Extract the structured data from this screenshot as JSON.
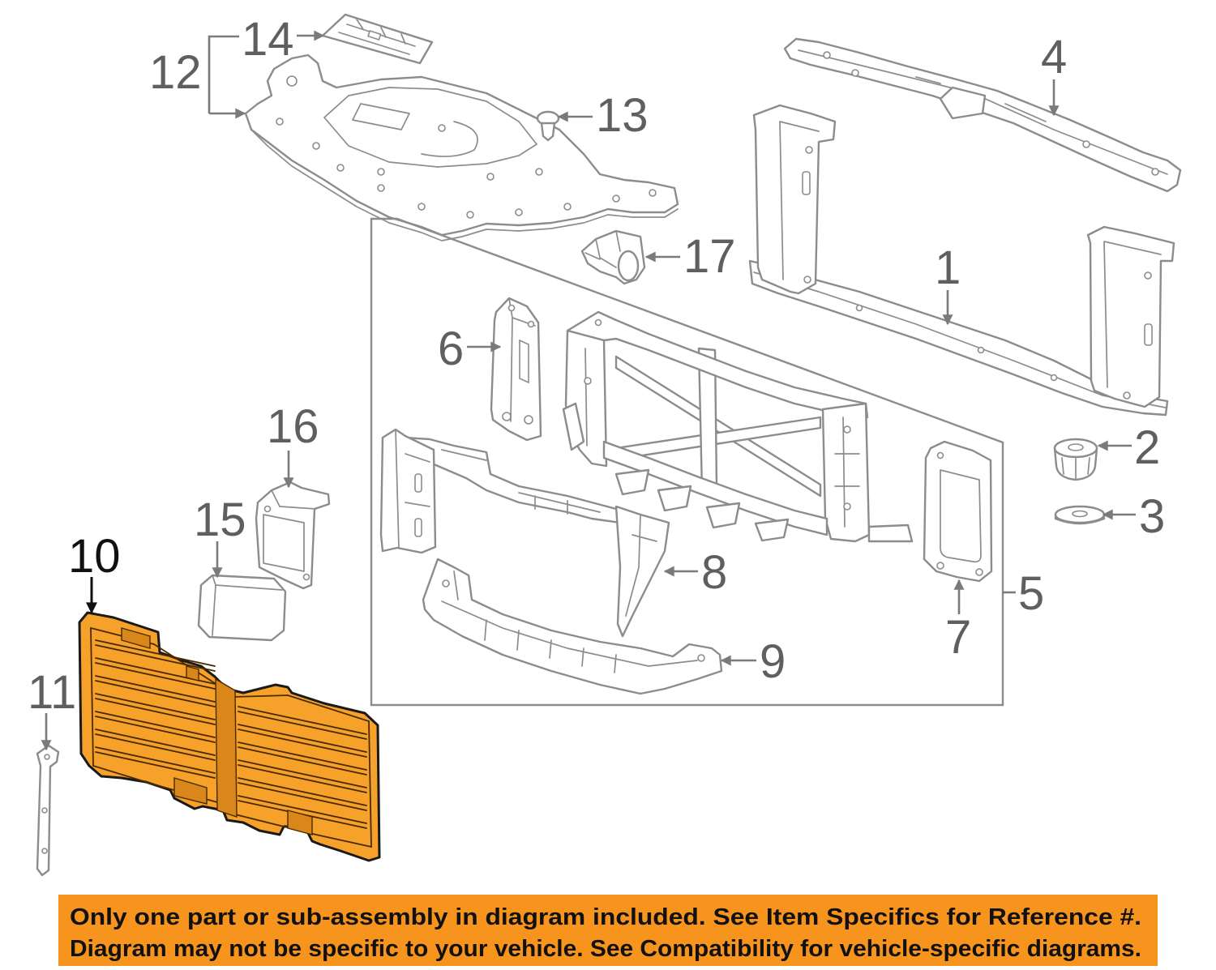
{
  "callouts": [
    {
      "label": "1"
    },
    {
      "label": "2"
    },
    {
      "label": "3"
    },
    {
      "label": "4"
    },
    {
      "label": "5"
    },
    {
      "label": "6"
    },
    {
      "label": "7"
    },
    {
      "label": "8"
    },
    {
      "label": "9"
    },
    {
      "label": "10"
    },
    {
      "label": "11"
    },
    {
      "label": "12"
    },
    {
      "label": "13"
    },
    {
      "label": "14"
    },
    {
      "label": "15"
    },
    {
      "label": "16"
    },
    {
      "label": "17"
    }
  ],
  "colors": {
    "highlight": "#f5a12a",
    "banner": "#f7941d",
    "line": "#8c8c8c",
    "label": "#5f5f5f"
  },
  "banner": {
    "line1": "Only one part or sub-assembly in diagram included. See Item Specifics for Reference #.",
    "line2": "Diagram may not be specific to your vehicle. See Compatibility for vehicle-specific diagrams."
  }
}
